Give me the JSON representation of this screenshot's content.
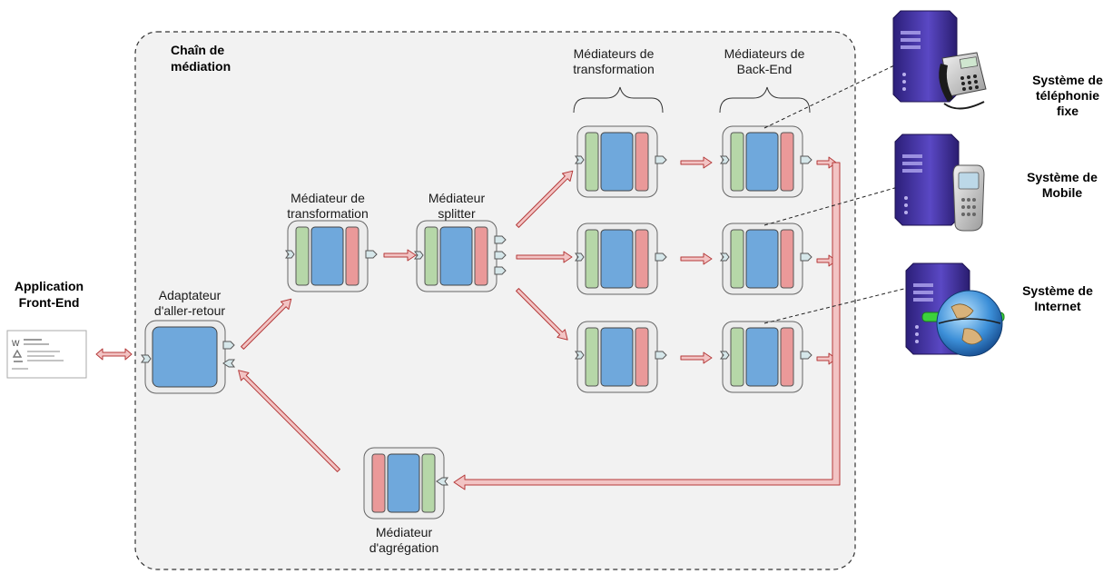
{
  "chain": {
    "title_line1": "Chaîn de",
    "title_line2": "médiation"
  },
  "front_end": {
    "label_line1": "Application",
    "label_line2": "Front-End",
    "screenshot_glyph": "W"
  },
  "mediators": {
    "adapter": {
      "line1": "Adaptateur",
      "line2": "d'aller-retour"
    },
    "transform": {
      "line1": "Médiateur de",
      "line2": "transformation"
    },
    "splitter": {
      "line1": "Médiateur",
      "line2": "splitter"
    },
    "transform_group": {
      "line1": "Médiateurs de",
      "line2": "transformation"
    },
    "backend_group": {
      "line1": "Médiateurs de",
      "line2": "Back-End"
    },
    "aggregation": {
      "line1": "Médiateur",
      "line2": "d'agrégation"
    }
  },
  "systems": {
    "fixed": {
      "line1": "Système de",
      "line2": "téléphonie",
      "line3": "fixe",
      "icon": "server-telephone-icon"
    },
    "mobile": {
      "line1": "Système de",
      "line2": "Mobile",
      "icon": "server-mobile-icon"
    },
    "internet": {
      "line1": "Système de",
      "line2": "Internet",
      "icon": "server-globe-icon"
    }
  },
  "colors": {
    "arrow_fill": "#f2c4c4",
    "arrow_stroke": "#b53a3a",
    "green_bar": "#b6d7a8",
    "blue_block": "#6fa8dc",
    "red_bar": "#ea9999",
    "server_purple": "#4a3aa6",
    "chain_bg": "#f2f2f2"
  }
}
